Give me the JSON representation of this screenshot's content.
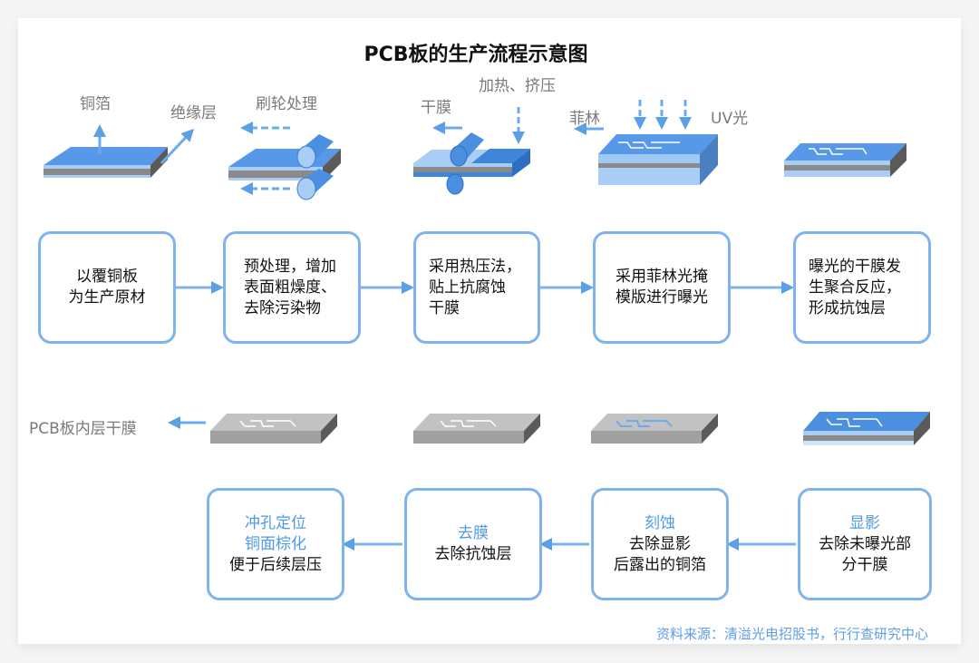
{
  "title": "PCB板的生产流程示意图",
  "colors": {
    "accent": "#5a9fe8",
    "box_border": "#7fb3ee",
    "highlight_text": "#4f9ae6",
    "label_gray": "#7a7a7a",
    "board_blue": "#4a8fe0",
    "board_gray": "#9a9a9a"
  },
  "illustration_labels": {
    "copper_foil": "铜箔",
    "insulation": "绝缘层",
    "brush": "刷轮处理",
    "dry_film": "干膜",
    "heat_press": "加热、挤压",
    "film_mask": "菲林",
    "uv": "UV光",
    "inner_layer": "PCB板内层干膜"
  },
  "top_row": [
    {
      "lines": [
        "以覆铜板",
        "为生产原材"
      ]
    },
    {
      "lines": [
        "预处理，增加",
        "表面粗燥度、",
        "去除污染物"
      ]
    },
    {
      "lines": [
        "采用热压法，",
        "贴上抗腐蚀",
        "干膜"
      ]
    },
    {
      "lines": [
        "采用菲林光掩",
        "模版进行曝光"
      ]
    },
    {
      "lines": [
        "曝光的干膜发",
        "生聚合反应，",
        "形成抗蚀层"
      ]
    }
  ],
  "bottom_row": [
    {
      "title_lines": [
        "冲孔定位",
        "铜面棕化"
      ],
      "lines": [
        "便于后续层压"
      ]
    },
    {
      "title_lines": [
        "去膜"
      ],
      "lines": [
        "去除抗蚀层"
      ]
    },
    {
      "title_lines": [
        "刻蚀"
      ],
      "lines": [
        "去除显影",
        "后露出的铜箔"
      ]
    },
    {
      "title_lines": [
        "显影"
      ],
      "lines": [
        "去除未曝光部",
        "分干膜"
      ]
    }
  ],
  "source": "资料来源：清溢光电招股书，行行查研究中心"
}
